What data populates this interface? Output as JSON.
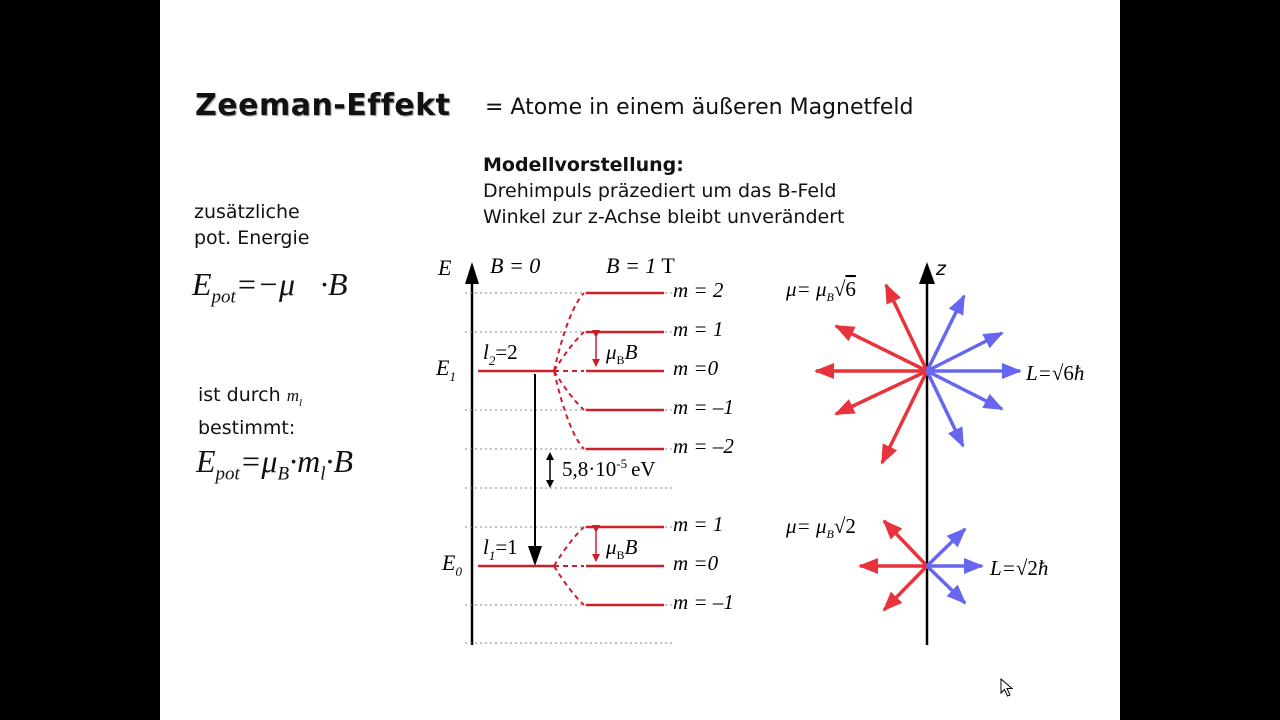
{
  "slide": {
    "title": "Zeeman-Effekt",
    "subtitle": "= Atome in einem äußeren Magnetfeld",
    "model_heading": "Modellvorstellung:",
    "model_line1": "Drehimpuls präzediert um das B-Feld",
    "model_line2": "Winkel zur z-Achse bleibt unverändert",
    "extra_energy_line1": "zusätzliche",
    "extra_energy_line2": "pot. Energie",
    "formula1": {
      "lhs": "E",
      "lhs_sub": "pot",
      "rhs": "=−μ⃗·B⃗"
    },
    "determined_line1": "ist durch",
    "determined_var": "m",
    "determined_var_sub": "l",
    "determined_line2": "bestimmt:",
    "formula2": {
      "lhs": "E",
      "lhs_sub": "pot",
      "eq": "=μ",
      "mu_sub": "B",
      "dot1": "·",
      "m": "m",
      "m_sub": "l",
      "rest": "·B"
    }
  },
  "energy_diagram": {
    "axis_label": "E",
    "b0_label": "B = 0",
    "b1_label": "B =",
    "b1_value": "1",
    "b1_unit": "T",
    "upper_level": {
      "label": "E",
      "sub": "1",
      "l_label": "l",
      "l_sub": "2",
      "l_val": "=2",
      "m_labels": [
        "m = 2",
        "m = 1",
        "m =0",
        "m = –1",
        "m = –2"
      ]
    },
    "lower_level": {
      "label": "E",
      "sub": "0",
      "l_label": "l",
      "l_sub": "1",
      "l_val": "=1",
      "m_labels": [
        "m = 1",
        "m =0",
        "m = –1"
      ]
    },
    "splitting_label": "μ",
    "splitting_sub": "B",
    "splitting_var": "B",
    "gap_label": "5,8·10",
    "gap_exp": "-5",
    "gap_unit": "eV",
    "colors": {
      "split_lines": "#cc1f2a",
      "axis": "#000000",
      "dotted": "#888888"
    }
  },
  "vector_diagram": {
    "z_label": "z",
    "upper": {
      "mu_label": "μ= μ",
      "mu_sub": "B",
      "mu_root": "6",
      "L_label": "L=",
      "L_root": "6",
      "L_unit": "ħ"
    },
    "lower": {
      "mu_label": "μ= μ",
      "mu_sub": "B",
      "mu_root": "2",
      "L_label": "L=",
      "L_root": "2",
      "L_unit": "ħ"
    },
    "colors": {
      "mu": "#e8333d",
      "L": "#6666ee"
    }
  }
}
